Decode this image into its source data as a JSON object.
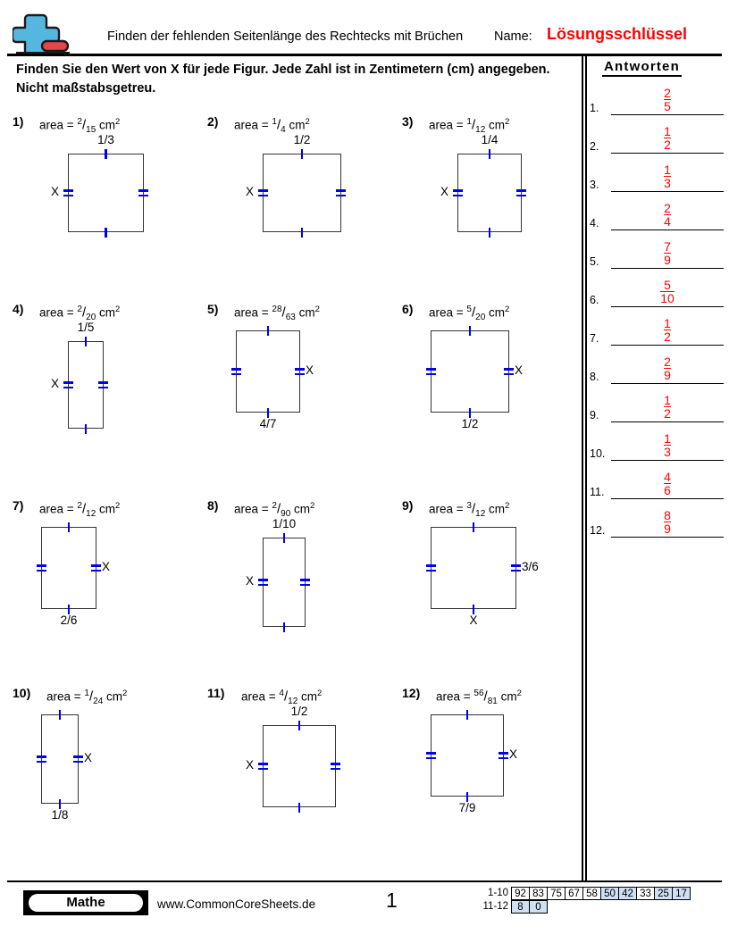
{
  "header": {
    "logo_icon": "plus-minus-logo-icon",
    "title": "Finden der fehlenden Seitenlänge des Rechtecks mit Brüchen",
    "name_label": "Name:",
    "answer_key_label": "Lösungsschlüssel"
  },
  "instructions": "Finden Sie den Wert von X für jede Figur. Jede Zahl ist in Zentimetern (cm) angegeben. Nicht maßstabsgetreu.",
  "answers": {
    "title": "Antworten",
    "items": [
      {
        "number": "1.",
        "numerator": "2",
        "denominator": "5"
      },
      {
        "number": "2.",
        "numerator": "1",
        "denominator": "2"
      },
      {
        "number": "3.",
        "numerator": "1",
        "denominator": "3"
      },
      {
        "number": "4.",
        "numerator": "2",
        "denominator": "4"
      },
      {
        "number": "5.",
        "numerator": "7",
        "denominator": "9"
      },
      {
        "number": "6.",
        "numerator": "5",
        "denominator": "10"
      },
      {
        "number": "7.",
        "numerator": "1",
        "denominator": "2"
      },
      {
        "number": "8.",
        "numerator": "2",
        "denominator": "9"
      },
      {
        "number": "9.",
        "numerator": "1",
        "denominator": "2"
      },
      {
        "number": "10.",
        "numerator": "1",
        "denominator": "3"
      },
      {
        "number": "11.",
        "numerator": "4",
        "denominator": "6"
      },
      {
        "number": "12.",
        "numerator": "8",
        "denominator": "9"
      }
    ]
  },
  "problems": [
    {
      "number": "1)",
      "area_prefix": "area = ",
      "area_num": "2",
      "area_den": "15",
      "area_unit": "cm",
      "area_exp": "2",
      "top_label": "1/3",
      "left_label": "X",
      "right_label": "",
      "bottom_label": ""
    },
    {
      "number": "2)",
      "area_prefix": "area = ",
      "area_num": "1",
      "area_den": "4",
      "area_unit": "cm",
      "area_exp": "2",
      "top_label": "1/2",
      "left_label": "X",
      "right_label": "",
      "bottom_label": ""
    },
    {
      "number": "3)",
      "area_prefix": "area = ",
      "area_num": "1",
      "area_den": "12",
      "area_unit": "cm",
      "area_exp": "2",
      "top_label": "1/4",
      "left_label": "X",
      "right_label": "",
      "bottom_label": ""
    },
    {
      "number": "4)",
      "area_prefix": "area = ",
      "area_num": "2",
      "area_den": "20",
      "area_unit": "cm",
      "area_exp": "2",
      "top_label": "1/5",
      "left_label": "X",
      "right_label": "",
      "bottom_label": ""
    },
    {
      "number": "5)",
      "area_prefix": "area = ",
      "area_num": "28",
      "area_den": "63",
      "area_unit": "cm",
      "area_exp": "2",
      "top_label": "",
      "left_label": "",
      "right_label": "X",
      "bottom_label": "4/7"
    },
    {
      "number": "6)",
      "area_prefix": "area = ",
      "area_num": "5",
      "area_den": "20",
      "area_unit": "cm",
      "area_exp": "2",
      "top_label": "",
      "left_label": "",
      "right_label": "X",
      "bottom_label": "1/2"
    },
    {
      "number": "7)",
      "area_prefix": "area = ",
      "area_num": "2",
      "area_den": "12",
      "area_unit": "cm",
      "area_exp": "2",
      "top_label": "",
      "left_label": "",
      "right_label": "X",
      "bottom_label": "2/6"
    },
    {
      "number": "8)",
      "area_prefix": "area = ",
      "area_num": "2",
      "area_den": "90",
      "area_unit": "cm",
      "area_exp": "2",
      "top_label": "1/10",
      "left_label": "X",
      "right_label": "",
      "bottom_label": ""
    },
    {
      "number": "9)",
      "area_prefix": "area = ",
      "area_num": "3",
      "area_den": "12",
      "area_unit": "cm",
      "area_exp": "2",
      "top_label": "",
      "left_label": "",
      "right_label": "3/6",
      "bottom_label": "X"
    },
    {
      "number": "10)",
      "area_prefix": "area = ",
      "area_num": "1",
      "area_den": "24",
      "area_unit": "cm",
      "area_exp": "2",
      "top_label": "",
      "left_label": "",
      "right_label": "X",
      "bottom_label": "1/8"
    },
    {
      "number": "11)",
      "area_prefix": "area = ",
      "area_num": "4",
      "area_den": "12",
      "area_unit": "cm",
      "area_exp": "2",
      "top_label": "1/2",
      "left_label": "X",
      "right_label": "",
      "bottom_label": ""
    },
    {
      "number": "12)",
      "area_prefix": "area = ",
      "area_num": "56",
      "area_den": "81",
      "area_unit": "cm",
      "area_exp": "2",
      "top_label": "",
      "left_label": "",
      "right_label": "X",
      "bottom_label": "7/9"
    }
  ],
  "footer": {
    "brand": "Mathe",
    "website": "www.CommonCoreSheets.de",
    "page_number": "1",
    "score_rows": [
      {
        "label": "1-10",
        "values": [
          "92",
          "83",
          "75",
          "67",
          "58",
          "50",
          "42",
          "33",
          "25",
          "17"
        ]
      },
      {
        "label": "11-12",
        "values": [
          "8",
          "0"
        ]
      }
    ]
  },
  "colors": {
    "answer_red": "#ff0000",
    "tick_blue": "#0000ee",
    "logo_cyan": "#55b7e0",
    "logo_red": "#e8454a",
    "score_shade": "#cfe0f2"
  }
}
